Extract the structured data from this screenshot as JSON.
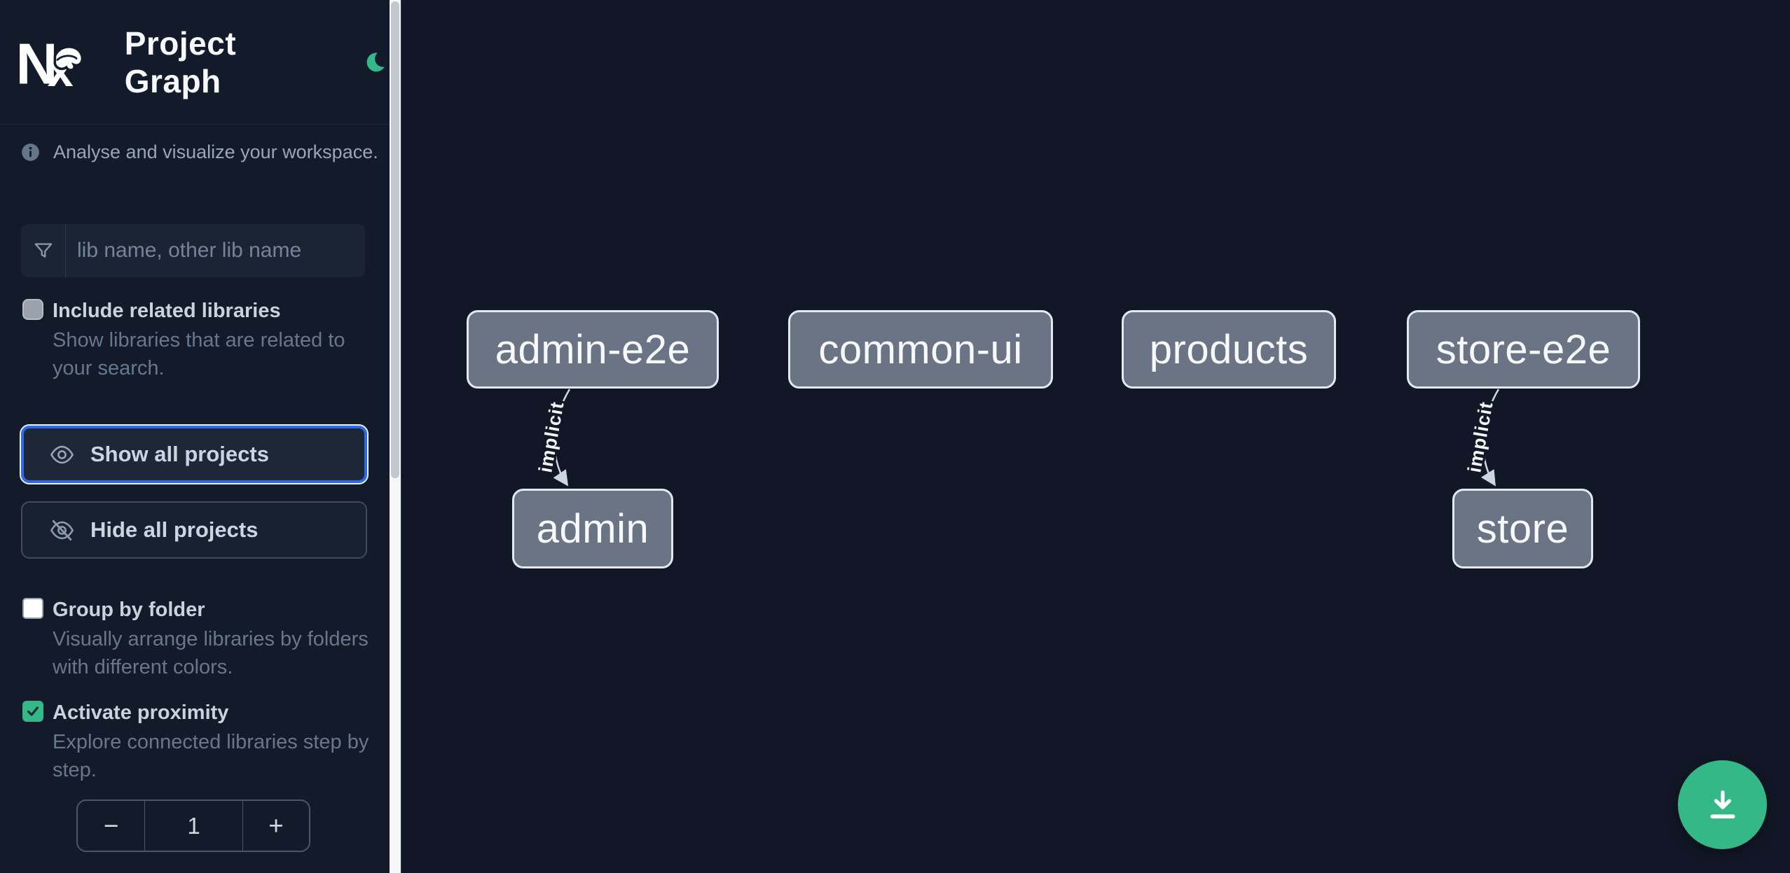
{
  "app": {
    "title": "Project Graph"
  },
  "sidebar": {
    "tagline": "Analyse and visualize your workspace.",
    "search": {
      "placeholder": "lib name, other lib name",
      "value": ""
    },
    "actions": {
      "show_all": "Show all projects",
      "hide_all": "Hide all projects"
    },
    "options": [
      {
        "id": "include-related-libraries",
        "label": "Include related libraries",
        "description": "Show libraries that are related to your search.",
        "checked": false,
        "state": "disabled"
      },
      {
        "id": "group-by-folder",
        "label": "Group by folder",
        "description": "Visually arrange libraries by folders with different colors.",
        "checked": false,
        "state": "enabled"
      },
      {
        "id": "activate-proximity",
        "label": "Activate proximity",
        "description": "Explore connected libraries step by step.",
        "checked": true,
        "state": "enabled"
      }
    ],
    "proximity_stepper": {
      "decrement": "−",
      "value": "1",
      "increment": "+"
    }
  },
  "graph": {
    "nodes": [
      {
        "id": "admin-e2e",
        "label": "admin-e2e"
      },
      {
        "id": "common-ui",
        "label": "common-ui"
      },
      {
        "id": "products",
        "label": "products"
      },
      {
        "id": "store-e2e",
        "label": "store-e2e"
      },
      {
        "id": "admin",
        "label": "admin"
      },
      {
        "id": "store",
        "label": "store"
      }
    ],
    "edges": [
      {
        "source": "admin-e2e",
        "target": "admin",
        "label": "implicit"
      },
      {
        "source": "store-e2e",
        "target": "store",
        "label": "implicit"
      }
    ]
  },
  "fab": {
    "icon": "download-icon"
  },
  "colors": {
    "accent_green": "#35b888",
    "focus_blue": "#2e6ae8",
    "node_fill": "#6a7484",
    "node_border": "#e3e9f0",
    "sidebar_bg": "#131a29",
    "canvas_bg": "#111726"
  }
}
